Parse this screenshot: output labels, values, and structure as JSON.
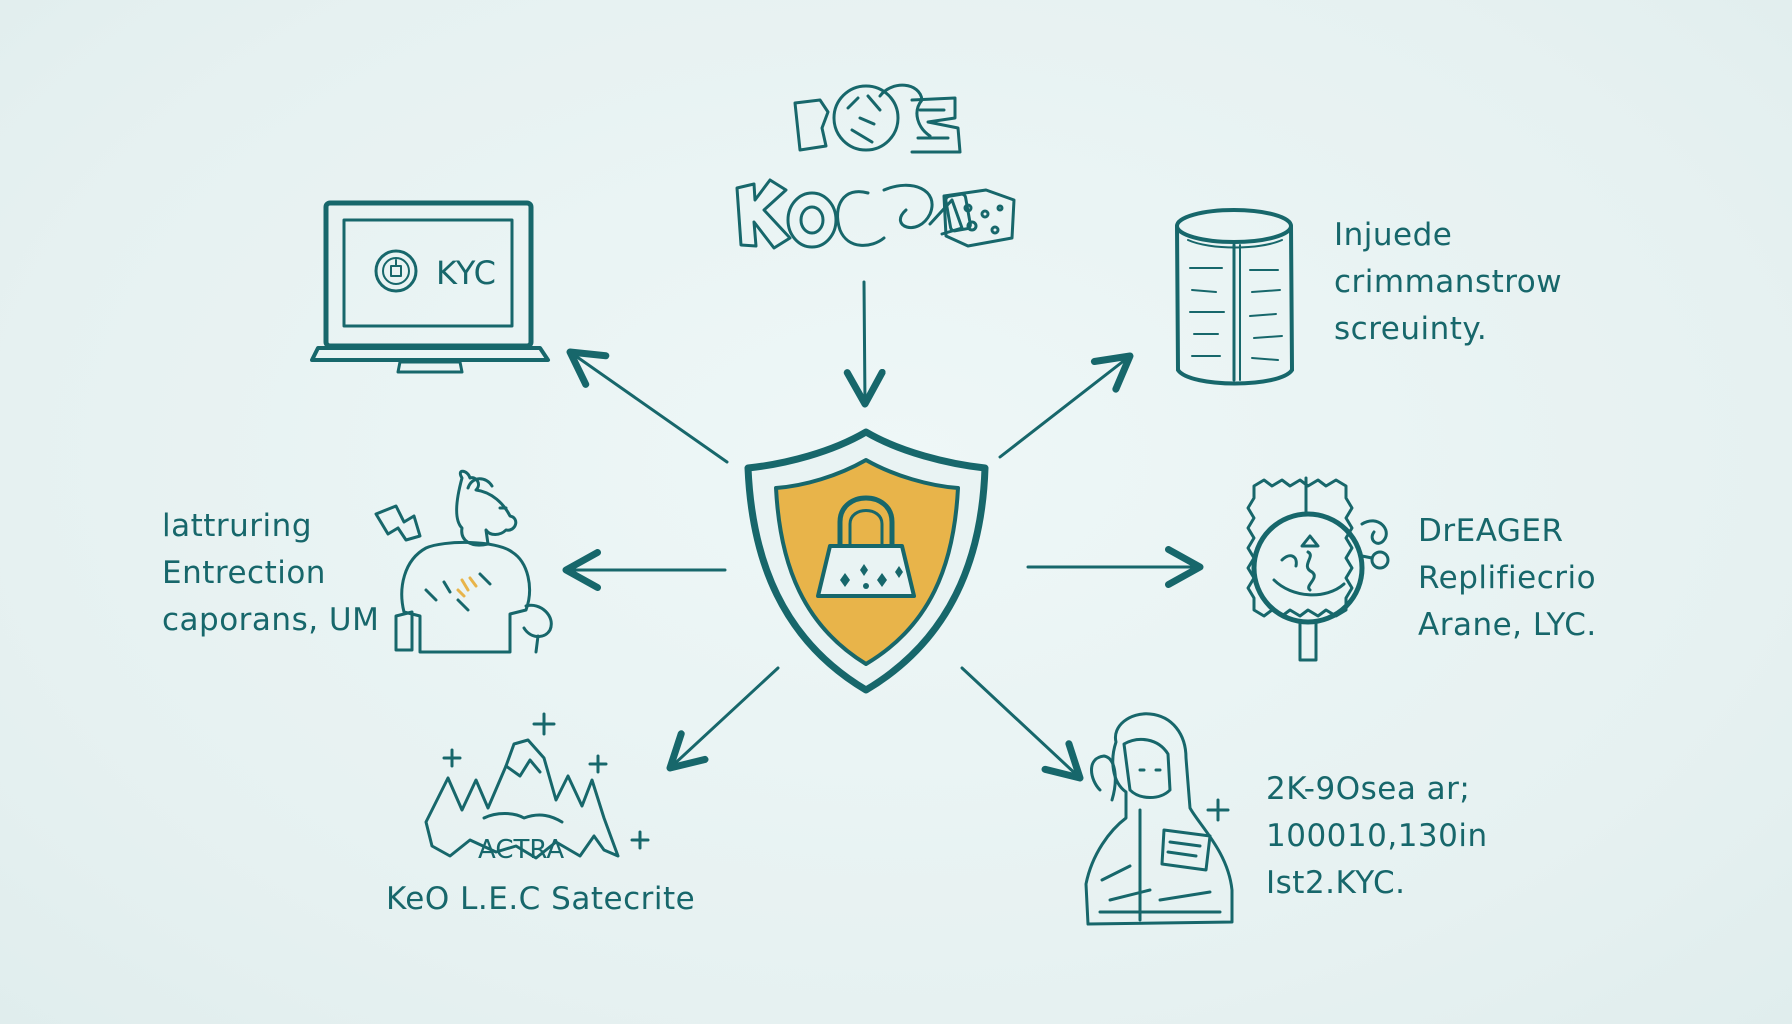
{
  "header_logo": {
    "text": "KOCHO",
    "icon": "doodle-blocks-logo"
  },
  "center": {
    "icon": "shield-lock-icon",
    "colors": {
      "shield_fill": "#e8b44a",
      "stroke": "#17676b"
    }
  },
  "laptop": {
    "screen_label": "KYC",
    "icon": "laptop-icon"
  },
  "database": {
    "icon": "database-icon",
    "lines": [
      "Injuede",
      "crimmanstrow",
      "screuinty."
    ]
  },
  "person_left": {
    "icon": "person-figure-icon",
    "lines": [
      "lattruring",
      "Entrection",
      "caporans, UM"
    ]
  },
  "gear_badge": {
    "icon": "stamp-badge-icon",
    "lines": [
      "DrEAGER",
      "Replifiecrio",
      "Arane, LYC."
    ]
  },
  "mountains": {
    "icon": "mountains-icon",
    "inner_text": "ACTRA",
    "lines": [
      "KeO L.E.C Satecrite"
    ]
  },
  "person_bottom_right": {
    "icon": "person-document-icon",
    "lines": [
      "2K-9Osea ar;",
      "100010,130in",
      "Ist2.KYC."
    ]
  },
  "colors": {
    "ink": "#17676b",
    "accent": "#e8b44a",
    "background": "#e9f3f3"
  }
}
